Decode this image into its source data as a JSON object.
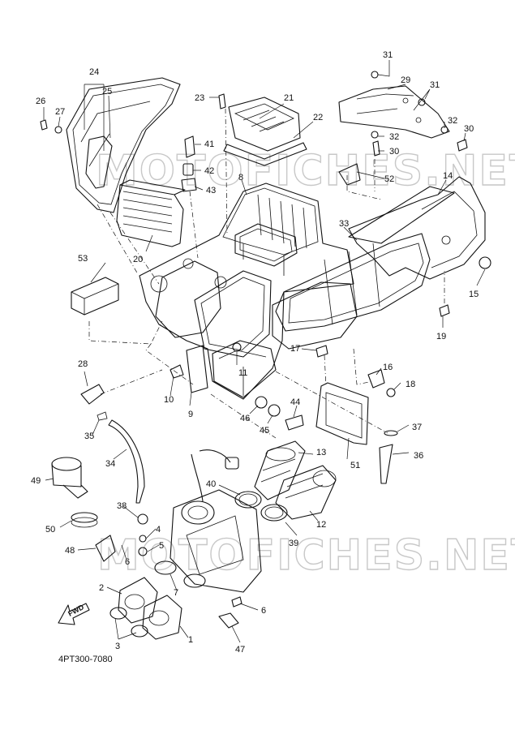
{
  "diagram": {
    "drawing_code": "4PT300-7080",
    "watermarks": [
      "MOTOFICHES.NET",
      "MOTOFICHES.NET"
    ],
    "fwd_label": "FWD",
    "callouts": {
      "1": "1",
      "2": "2",
      "3": "3",
      "4": "4",
      "5": "5",
      "6a": "6",
      "6b": "6",
      "7": "7",
      "8": "8",
      "9": "9",
      "10": "10",
      "11": "11",
      "12": "12",
      "13": "13",
      "14": "14",
      "15": "15",
      "16": "16",
      "17": "17",
      "18": "18",
      "19": "19",
      "20": "20",
      "21": "21",
      "22": "22",
      "23": "23",
      "24": "24",
      "25": "25",
      "26": "26",
      "27": "27",
      "28": "28",
      "29": "29",
      "30a": "30",
      "30b": "30",
      "31a": "31",
      "31b": "31",
      "32a": "32",
      "32b": "32",
      "33": "33",
      "34": "34",
      "35": "35",
      "36": "36",
      "37": "37",
      "38": "38",
      "39": "39",
      "40": "40",
      "41": "41",
      "42": "42",
      "43": "43",
      "44": "44",
      "45": "45",
      "46": "46",
      "47": "47",
      "48": "48",
      "49": "49",
      "50": "50",
      "51": "51",
      "52": "52",
      "53": "53"
    }
  }
}
